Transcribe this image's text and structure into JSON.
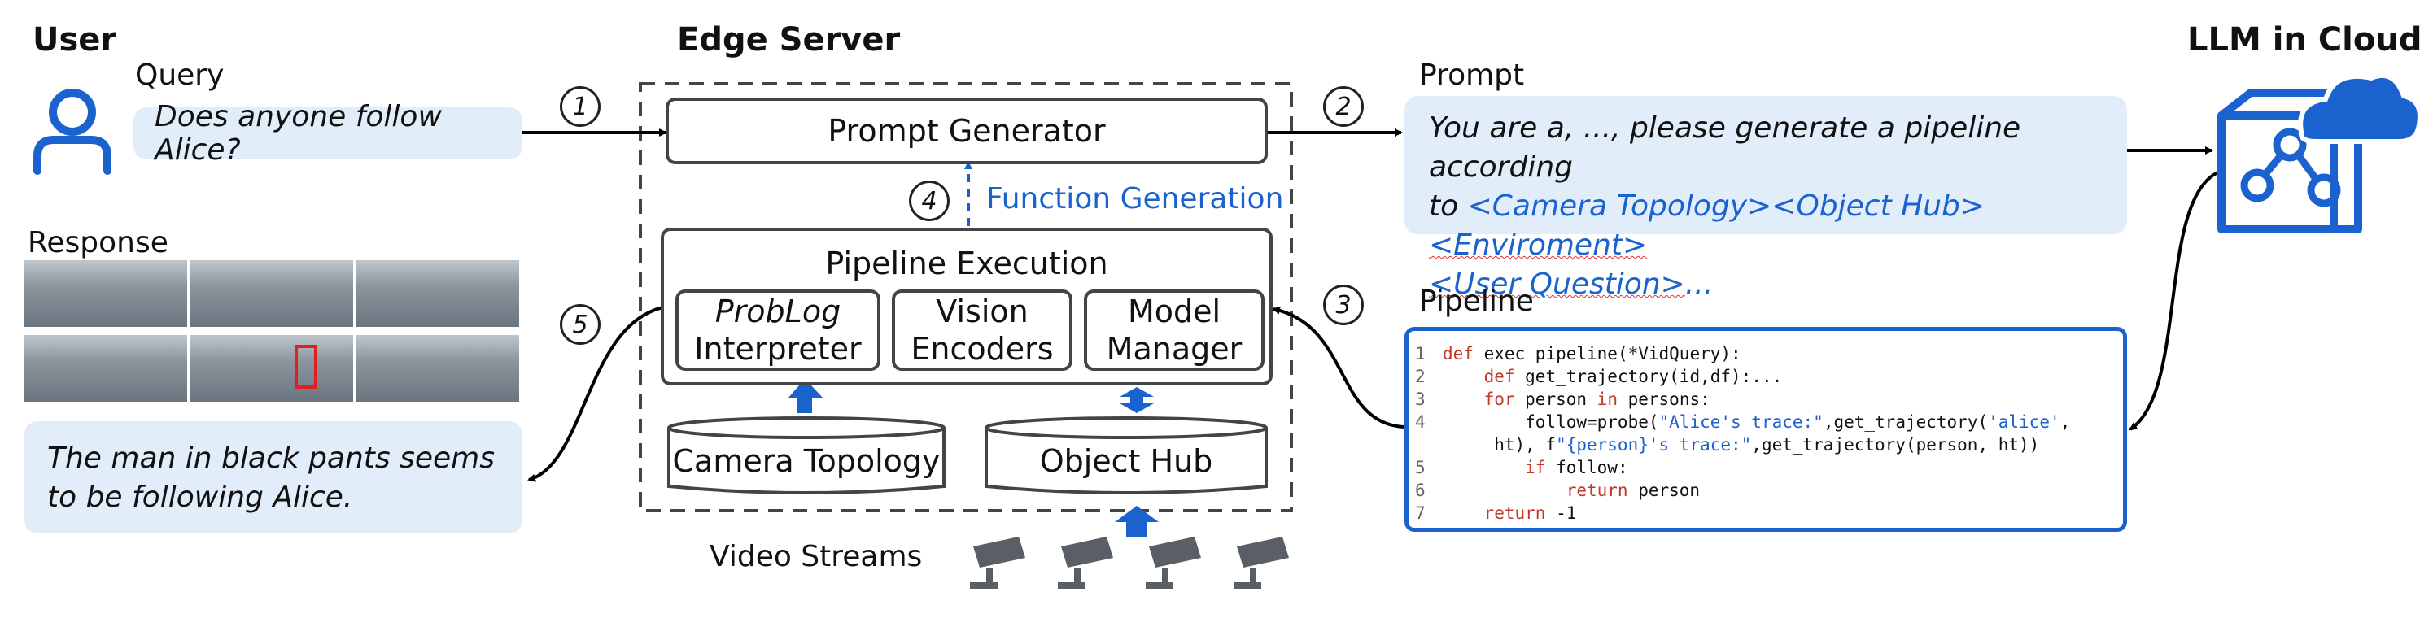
{
  "user": {
    "heading": "User",
    "query_label": "Query",
    "query_text": "Does anyone follow Alice?",
    "response_label": "Response",
    "response_text": "The man in black pants seems to be following Alice."
  },
  "edge": {
    "heading": "Edge Server",
    "prompt_generator": "Prompt Generator",
    "function_generation": "Function Generation",
    "pipeline_execution": "Pipeline Execution",
    "probLog_italic": "ProbLog",
    "probLog_rest": "Interpreter",
    "vision_encoders": "Vision\nEncoders",
    "model_manager": "Model\nManager",
    "camera_topology": "Camera Topology",
    "object_hub": "Object Hub",
    "video_streams": "Video Streams"
  },
  "cloud": {
    "heading": "LLM in Cloud"
  },
  "prompt": {
    "label": "Prompt",
    "line1": "You are a, ..., please generate a pipeline according",
    "line2_prefix": "to ",
    "tag1": "<Camera Topology>",
    "tag2": "<Object Hub>",
    "tag3": "<Enviroment>",
    "tag4": "<User Question>",
    "line3_suffix": "..."
  },
  "pipeline": {
    "label": "Pipeline"
  },
  "steps": [
    "1",
    "2",
    "3",
    "4",
    "5"
  ],
  "colors": {
    "accent": "#1a63cf",
    "bubble": "#e2edfa",
    "box_border": "#444",
    "highlight": "#e02020"
  }
}
